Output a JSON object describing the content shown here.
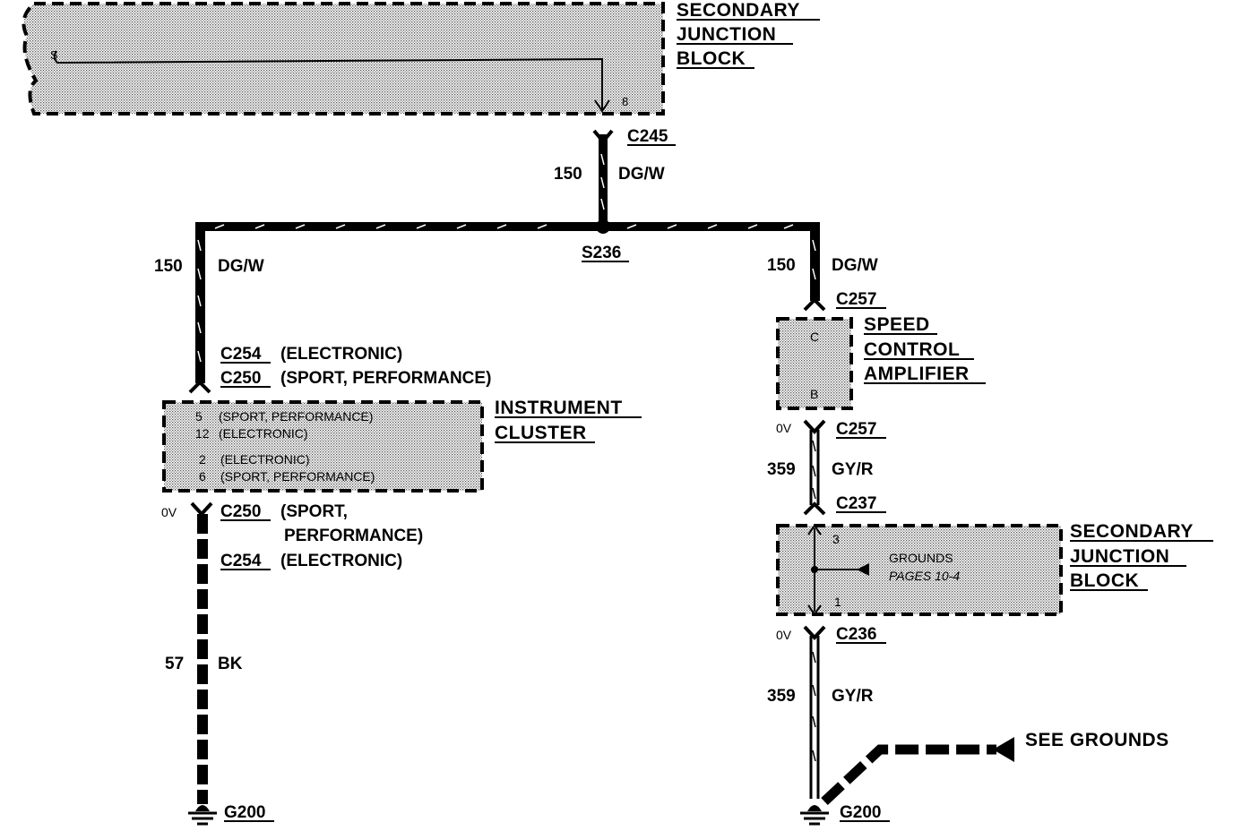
{
  "top_block": {
    "title_lines": [
      "SECONDARY",
      "JUNCTION",
      "BLOCK"
    ],
    "pin_left": "S",
    "pin_right": "8"
  },
  "c245": {
    "connector": "C245",
    "circuit": "150",
    "color": "DG/W"
  },
  "splice": "S236",
  "left_branch": {
    "circuit": "150",
    "color": "DG/W"
  },
  "right_branch": {
    "circuit": "150",
    "color": "DG/W"
  },
  "cluster_connectors_top": [
    {
      "connector": "C254",
      "note": "(ELECTRONIC)"
    },
    {
      "connector": "C250",
      "note": "(SPORT, PERFORMANCE)"
    }
  ],
  "instrument_cluster": {
    "title_lines": [
      "INSTRUMENT",
      "CLUSTER"
    ],
    "pins": [
      {
        "pin": "5",
        "note": "(SPORT, PERFORMANCE)"
      },
      {
        "pin": "12",
        "note": "(ELECTRONIC)"
      },
      {
        "pin": "2",
        "note": "(ELECTRONIC)"
      },
      {
        "pin": "6",
        "note": "(SPORT, PERFORMANCE)"
      }
    ]
  },
  "cluster_connectors_bottom": {
    "voltage": "0V",
    "c250": "C250",
    "c250_note_line1": "(SPORT,",
    "c250_note_line2": "PERFORMANCE)",
    "c254": "C254",
    "c254_note": "(ELECTRONIC)"
  },
  "ground_wire_left": {
    "circuit": "57",
    "color": "BK",
    "ground": "G200"
  },
  "speed_control": {
    "title_lines": [
      "SPEED",
      "CONTROL",
      "AMPLIFIER"
    ],
    "pin_top": "C",
    "pin_bottom": "B",
    "connector_top": "C257",
    "connector_bottom": "C257",
    "voltage": "0V"
  },
  "wire_359_a": {
    "circuit": "359",
    "color": "GY/R",
    "connector": "C237"
  },
  "secondary_junction": {
    "title_lines": [
      "SECONDARY",
      "JUNCTION",
      "BLOCK"
    ],
    "pin_top": "3",
    "pin_bottom": "1",
    "grounds_line1": "GROUNDS",
    "grounds_line2": "PAGES 10-4"
  },
  "c236": {
    "connector": "C236",
    "voltage": "0V"
  },
  "wire_359_b": {
    "circuit": "359",
    "color": "GY/R",
    "ground": "G200"
  },
  "see_grounds": "SEE GROUNDS"
}
